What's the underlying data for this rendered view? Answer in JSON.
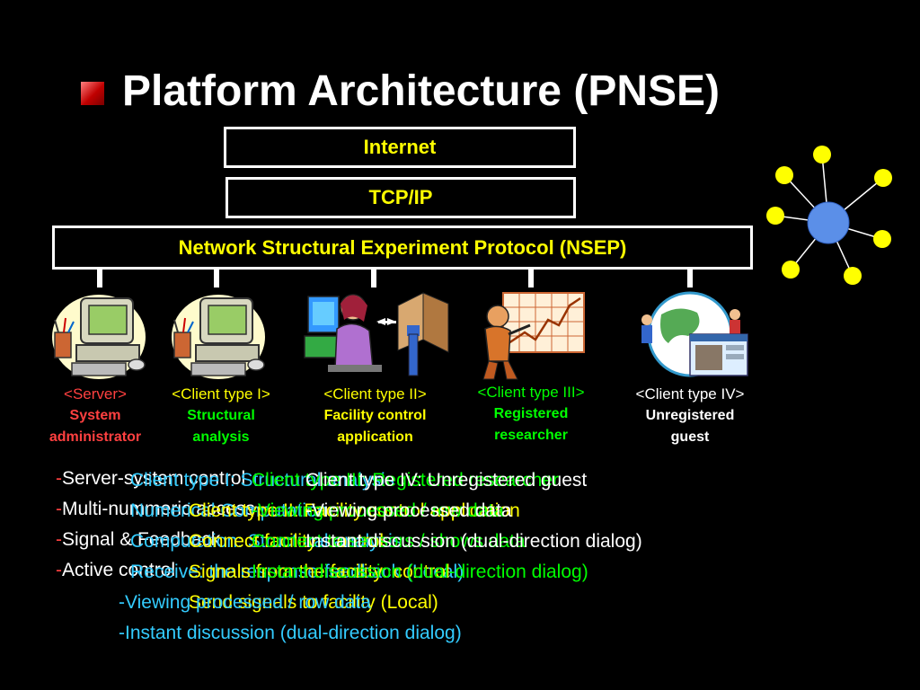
{
  "title": "Platform Architecture (PNSE)",
  "boxes": {
    "internet": "Internet",
    "tcpip": "TCP/IP",
    "nsep": "Network Structural Experiment Protocol (NSEP)"
  },
  "clients": [
    {
      "type": "<Server>",
      "line1": "System",
      "line2": "administrator"
    },
    {
      "type": "<Client type I>",
      "line1": "Structural",
      "line2": "analysis"
    },
    {
      "type": "<Client type II>",
      "line1": "Facility control",
      "line2": "application"
    },
    {
      "type": "<Client type III>",
      "line1": "Registered",
      "line2": "researcher"
    },
    {
      "type": "<Client type IV>",
      "line1": "Unregistered",
      "line2": "guest"
    }
  ],
  "text_layers": {
    "server": {
      "dash": "-",
      "lines": [
        "Server-system control",
        "Multi-nummeric access",
        "Signal & Feedback",
        "Active control"
      ]
    },
    "client1": {
      "lines": [
        "Client type I: Structural analysis",
        "Numerical Computation",
        "Computation: Structural analysis",
        "Receive: the response-feedback (Local)"
      ]
    },
    "client2": {
      "lines": [
        "Client type II: Facility control application",
        "Connect facility: control",
        "Signals from the facility: control",
        "Send signals to facility (Local)"
      ]
    },
    "client3": {
      "lines": [
        "Client type III: Registered researcher",
        "-Viewing processed / row data",
        "Connect to sensors / shows data",
        "Instant discussion (dual-direction dialog)"
      ]
    },
    "client4": {
      "lines": [
        "Client type IV: Unregistered guest",
        "-Viewing processed data",
        "Instant discussion (dual-direction dialog)",
        "-Viewing processed / row data",
        "-Instant discussion (dual-direction dialog)"
      ]
    }
  },
  "colors": {
    "background": "#000000",
    "title": "#ffffff",
    "box_text": "#ffff00",
    "server_label": "#ff4040",
    "client1_label": "#ffff00",
    "client1_desc": "#00ff00",
    "client2_label": "#ffff00",
    "client3_label": "#00ff00",
    "client4_label": "#ffffff",
    "bullet": "#cc0000"
  }
}
